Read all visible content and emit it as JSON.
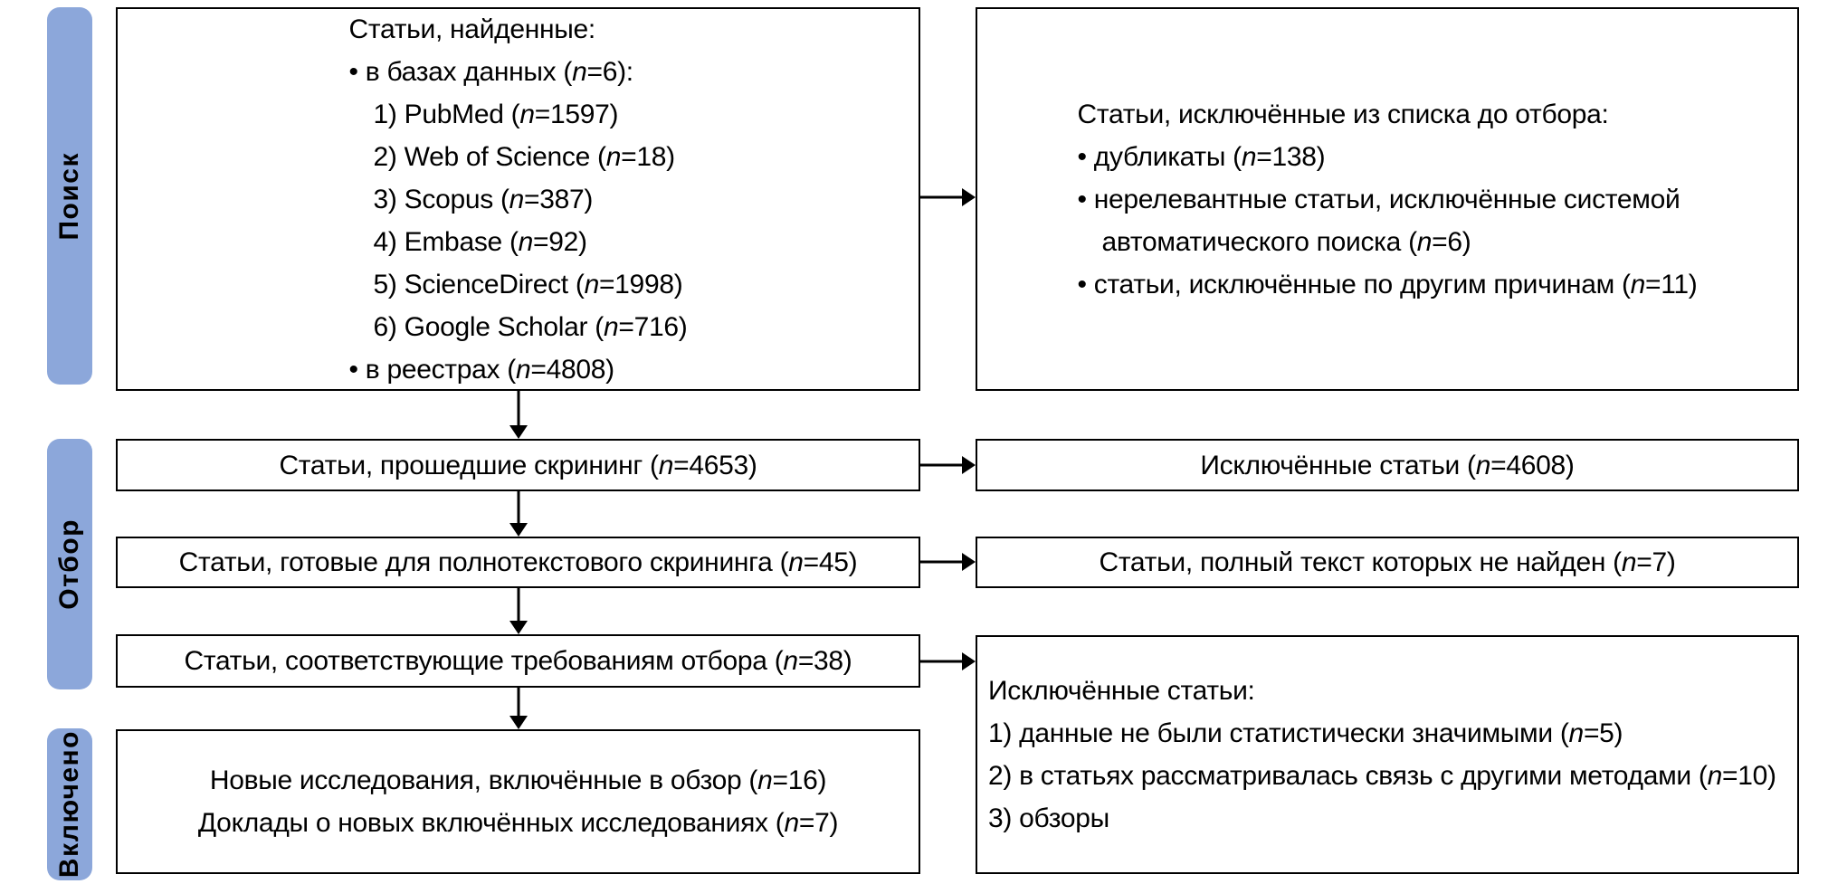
{
  "colors": {
    "stage_bar": "#8CA7DA",
    "box_border": "#000000",
    "text": "#000000",
    "background": "#FFFFFF"
  },
  "sidebar": {
    "search_label": "Поиск",
    "screening_label": "Отбор",
    "included_label": "Включено"
  },
  "boxes": {
    "identified": {
      "lines": [
        {
          "text": "Статьи, найденные:",
          "indent": 0
        },
        {
          "text": "• в базах данных (n=6):",
          "indent": 0
        },
        {
          "text": "1) PubMed (n=1597)",
          "indent": 1
        },
        {
          "text": "2) Web of Science (n=18)",
          "indent": 1
        },
        {
          "text": "3) Scopus (n=387)",
          "indent": 1
        },
        {
          "text": "4) Embase (n=92)",
          "indent": 1
        },
        {
          "text": "5) ScienceDirect (n=1998)",
          "indent": 1
        },
        {
          "text": "6) Google Scholar (n=716)",
          "indent": 1
        },
        {
          "text": "• в реестрах (n=4808)",
          "indent": 0
        }
      ]
    },
    "excluded_prescreen": {
      "lines": [
        {
          "text": "Статьи, исключённые из списка до отбора:",
          "indent": 0
        },
        {
          "text": "• дубликаты (n=138)",
          "indent": 0
        },
        {
          "text": "• нерелевантные статьи, исключённые системой",
          "indent": 0
        },
        {
          "text": "автоматического поиска (n=6)",
          "indent": 1
        },
        {
          "text": "• статьи, исключённые по другим причинам (n=11)",
          "indent": 0
        }
      ]
    },
    "screened": {
      "lines": [
        {
          "text": "Статьи, прошедшие скрининг (n=4653)",
          "indent": 0
        }
      ]
    },
    "excluded_screened": {
      "lines": [
        {
          "text": "Исключённые статьи (n=4608)",
          "indent": 0
        }
      ]
    },
    "fulltext": {
      "lines": [
        {
          "text": "Статьи, готовые для полнотекстового скрининга (n=45)",
          "indent": 0
        }
      ]
    },
    "fulltext_not_found": {
      "lines": [
        {
          "text": "Статьи, полный текст которых не найден (n=7)",
          "indent": 0
        }
      ]
    },
    "eligible": {
      "lines": [
        {
          "text": "Статьи, соответствующие требованиям отбора (n=38)",
          "indent": 0
        }
      ]
    },
    "excluded_eligibility": {
      "lines": [
        {
          "text": "Исключённые статьи:",
          "indent": 0
        },
        {
          "text": "1) данные не были статистически значимыми (n=5)",
          "indent": 0
        },
        {
          "text": "2) в статьях рассматривалась связь с другими методами (n=10)",
          "indent": 0
        },
        {
          "text": "3) обзоры",
          "indent": 0
        }
      ]
    },
    "included": {
      "lines": [
        {
          "text": "Новые исследования, включённые в обзор (n=16)",
          "indent": 0
        },
        {
          "text": "Доклады о новых включённых исследованиях (n=7)",
          "indent": 0
        }
      ]
    }
  }
}
